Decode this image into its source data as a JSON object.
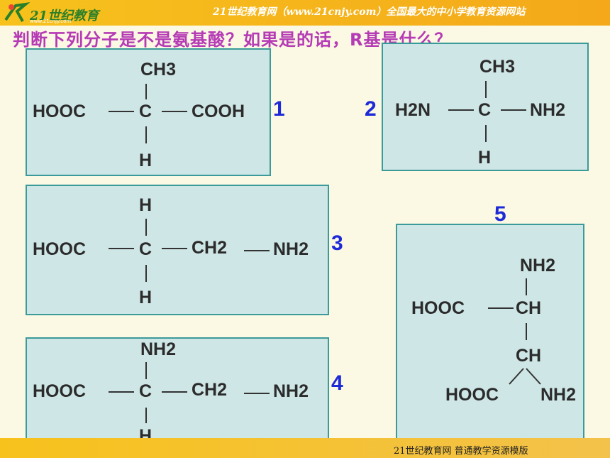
{
  "header": {
    "logo_text": "21世纪教育",
    "logo_url": "www.21cnjy.com",
    "site_text": "21世纪教育网（www.21cnjy.com）全国最大的中小学教育资源网站"
  },
  "question": "判断下列分子是不是氨基酸？如果是的话，R基是什么？",
  "molecules": [
    {
      "number": "1",
      "top": "CH3",
      "left": "HOOC",
      "center": "C",
      "right": "COOH",
      "bottom": "H"
    },
    {
      "number": "2",
      "top": "CH3",
      "left": "H2N",
      "center": "C",
      "right": "NH2",
      "bottom": "H"
    },
    {
      "number": "3",
      "top": "H",
      "left": "HOOC",
      "center": "C",
      "right": "CH2",
      "right2": "NH2",
      "bottom": "H"
    },
    {
      "number": "4",
      "top": "NH2",
      "left": "HOOC",
      "center": "C",
      "right": "CH2",
      "right2": "NH2",
      "bottom": "H"
    },
    {
      "number": "5",
      "top": "NH2",
      "left": "HOOC",
      "center": "CH",
      "lower": "CH",
      "bottom_left": "HOOC",
      "bottom_right": "NH2"
    }
  ],
  "footer": {
    "text": "21世纪教育网   普通教学资源模版"
  }
}
